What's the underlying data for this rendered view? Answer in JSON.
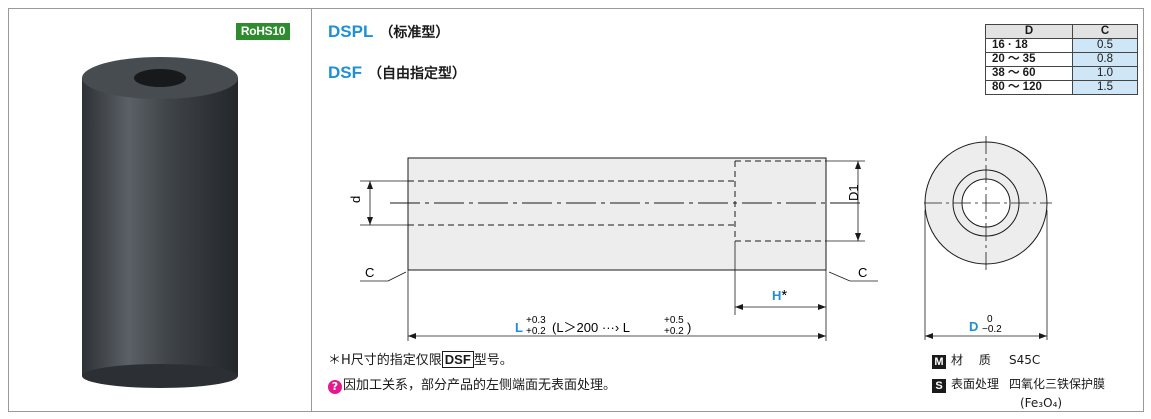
{
  "badge": {
    "rohs": "RoHS10"
  },
  "titles": [
    {
      "code": "DSPL",
      "desc": "（标准型）"
    },
    {
      "code": "DSF",
      "desc": "（自由指定型）"
    }
  ],
  "dim_table": {
    "headers": [
      "D",
      "C"
    ],
    "rows": [
      {
        "d": "16 · 18",
        "c": "0.5"
      },
      {
        "d": "20 ～ 35",
        "c": "0.8"
      },
      {
        "d": "38 ～ 60",
        "c": "1.0"
      },
      {
        "d": "80 ～ 120",
        "c": "1.5"
      }
    ]
  },
  "drawing": {
    "label_d": "d",
    "label_d1": "D1",
    "label_c_left": "C",
    "label_c_right": "C",
    "label_h": "H",
    "label_h_star": "*",
    "label_L": "L",
    "L_tol_upper": "+0.3",
    "L_tol_lower": "+0.2",
    "L_note_mid": "(L＞200 ···› L",
    "L_note_tol_upper": "+0.5",
    "L_note_tol_lower": "+0.2",
    "L_note_close": ")",
    "label_D": "D",
    "D_tol_upper": "0",
    "D_tol_lower": "−0.2"
  },
  "notes": {
    "note1_prefix": "＊H尺寸的指定仅限",
    "note1_code": "DSF",
    "note1_suffix": "型号。",
    "note2_icon": "?",
    "note2": "因加工关系，部分产品的左侧端面无表面处理。"
  },
  "material": {
    "m_badge": "M",
    "m_label": "材　 质",
    "m_value": "S45C",
    "s_badge": "S",
    "s_label": "表面处理",
    "s_value": "四氧化三铁保护膜",
    "s_value2": "(Fe₃O₄)"
  },
  "colors": {
    "accent_blue": "#1f8fd6",
    "rohs_green": "#2e8b2e",
    "table_blue": "#cfe6f7",
    "warn_pink": "#e6188f"
  }
}
